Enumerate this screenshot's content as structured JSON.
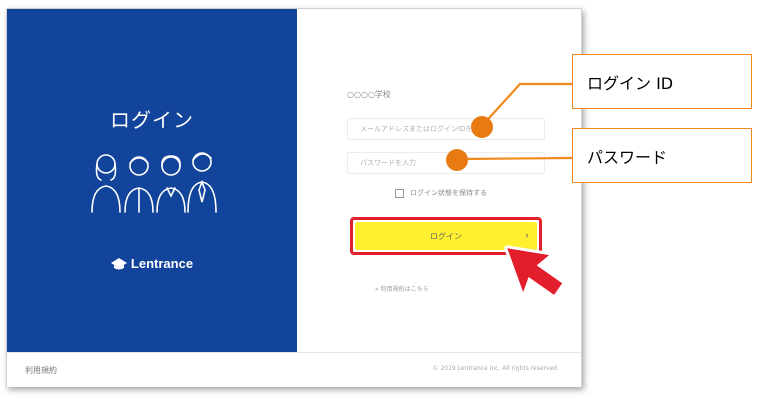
{
  "left_panel": {
    "title": "ログイン",
    "brand": "Lentrance",
    "bg_color": "#11449a"
  },
  "form": {
    "school_name": "○○○○学校",
    "login_id_placeholder": "メールアドレスまたはログインIDを入力",
    "password_placeholder": "パスワードを入力",
    "remember_label": "ログイン状態を保持する",
    "login_button_label": "ログイン",
    "login_button_arrow": "›",
    "forgot_link": "» 利用規約はこちら"
  },
  "footer": {
    "terms": "利用規約",
    "copyright": "© 2019 Lentrance Inc. All rights reserved."
  },
  "annotations": {
    "login_id": "ログイン ID",
    "password": "パスワード",
    "accent_color": "#f08a1c",
    "highlight_color": "#e0202a"
  },
  "icons": {
    "people": "people-illustration-icon",
    "logo": "lentrance-logo-icon",
    "cursor": "hand-cursor-icon"
  },
  "colors": {
    "button": "#ffef2e",
    "arrow": "#e0202a"
  }
}
